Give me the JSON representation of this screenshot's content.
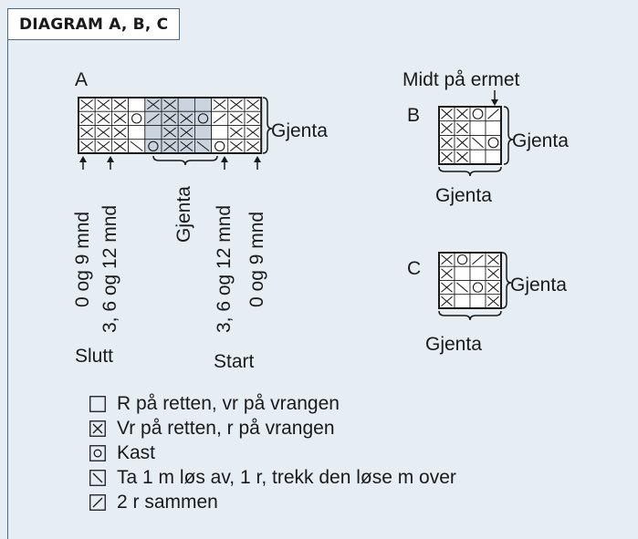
{
  "header": {
    "title": "DIAGRAM A, B, C"
  },
  "diagrams": {
    "a": {
      "letter": "A",
      "rows": [
        "XXX.XX..XXX",
        "XXXOZXXOZXX",
        "XXX..XX..XX",
        "XXXSOXXSOXX"
      ],
      "repeat_right": "Gjenta",
      "repeat_bottom": "Gjenta",
      "markers": [
        {
          "id": "a-marker-0-9-left",
          "label": "0 og 9 mnd"
        },
        {
          "id": "a-marker-3-6-12-left",
          "label": "3, 6 og 12 mnd"
        },
        {
          "id": "a-marker-3-6-12-right",
          "label": "3, 6 og 12 mnd"
        },
        {
          "id": "a-marker-0-9-right",
          "label": "0 og 9 mnd"
        }
      ],
      "end_label": "Slutt",
      "start_label": "Start"
    },
    "b": {
      "letter": "B",
      "top_label": "Midt på ermet",
      "rows": [
        "XXOZ",
        "XX..",
        "XXSO",
        "XX.."
      ],
      "repeat_right": "Gjenta",
      "repeat_bottom": "Gjenta"
    },
    "c": {
      "letter": "C",
      "rows": [
        "XOZX",
        "X..X",
        "XSOX",
        "X..X"
      ],
      "repeat_right": "Gjenta",
      "repeat_bottom": "Gjenta"
    }
  },
  "legend": [
    {
      "symbol": "empty",
      "text": "R på retten, vr på vrangen"
    },
    {
      "symbol": "cross",
      "text": "Vr på retten, r på vrangen"
    },
    {
      "symbol": "yo",
      "text": "Kast"
    },
    {
      "symbol": "skp",
      "text": "Ta 1 m løs av, 1 r, trekk den løse m over"
    },
    {
      "symbol": "k2tog",
      "text": "2 r sammen"
    }
  ],
  "colors": {
    "background": "#e6edf3",
    "cell_shade": "#c9d4de",
    "grid_line": "#1a1a1a",
    "frame_line": "#4a6a85"
  }
}
